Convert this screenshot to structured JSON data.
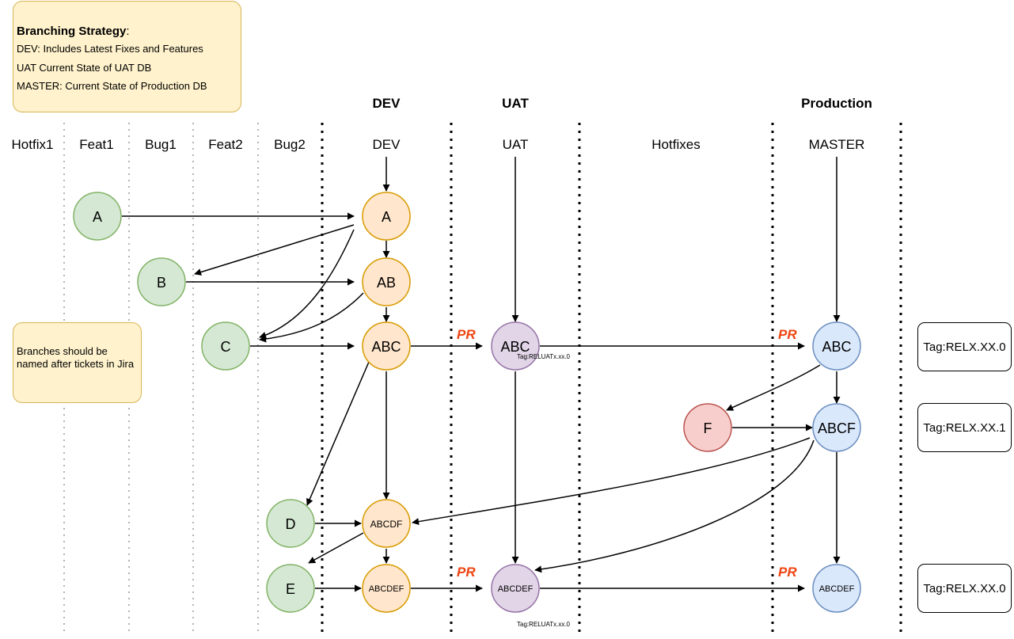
{
  "notes": {
    "strategy": {
      "title": "Branching Strategy",
      "colon": ":",
      "lines": [
        "DEV: Includes Latest Fixes and Features",
        "UAT Current State of UAT DB",
        "MASTER: Current State of Production DB"
      ]
    },
    "branch_naming": "Branches should be named after tickets in Jira"
  },
  "section_headers": [
    "DEV",
    "UAT",
    "Production"
  ],
  "lanes": [
    "Hotfix1",
    "Feat1",
    "Bug1",
    "Feat2",
    "Bug2",
    "DEV",
    "UAT",
    "Hotfixes",
    "MASTER"
  ],
  "nodes": [
    {
      "id": "feat1-a",
      "label": "A",
      "kind": "feature"
    },
    {
      "id": "bug1-b",
      "label": "B",
      "kind": "feature"
    },
    {
      "id": "feat2-c",
      "label": "C",
      "kind": "feature"
    },
    {
      "id": "bug2-d",
      "label": "D",
      "kind": "feature"
    },
    {
      "id": "bug2-e",
      "label": "E",
      "kind": "feature"
    },
    {
      "id": "dev-a",
      "label": "A",
      "kind": "dev"
    },
    {
      "id": "dev-ab",
      "label": "AB",
      "kind": "dev"
    },
    {
      "id": "dev-abc",
      "label": "ABC",
      "kind": "dev"
    },
    {
      "id": "dev-abcdf",
      "label": "ABCDF",
      "kind": "dev"
    },
    {
      "id": "dev-abcdef",
      "label": "ABCDEF",
      "kind": "dev"
    },
    {
      "id": "uat-abc",
      "label": "ABC",
      "kind": "uat"
    },
    {
      "id": "uat-abcdef",
      "label": "ABCDEF",
      "kind": "uat"
    },
    {
      "id": "hotfix-f",
      "label": "F",
      "kind": "hotfix"
    },
    {
      "id": "master-abc",
      "label": "ABC",
      "kind": "master"
    },
    {
      "id": "master-abcf",
      "label": "ABCF",
      "kind": "master"
    },
    {
      "id": "master-abcdef",
      "label": "ABCDEF",
      "kind": "master"
    }
  ],
  "pr_label": "PR",
  "uat_tags": [
    "Tag:RELUATx.xx.0",
    "Tag:RELUATx.xx.0"
  ],
  "release_tags": [
    "Tag:RELX.XX.0",
    "Tag:RELX.XX.1",
    "Tag:RELX.XX.0"
  ],
  "colors": {
    "feature_fill": "#d5e8d4",
    "feature_stroke": "#82b366",
    "dev_fill": "#ffe6cc",
    "dev_stroke": "#d79b00",
    "uat_fill": "#e1d5e7",
    "uat_stroke": "#9673a6",
    "hotfix_fill": "#f8cecc",
    "hotfix_stroke": "#b85450",
    "master_fill": "#dae8fc",
    "master_stroke": "#6c8ebf",
    "note_fill": "#fff2cc",
    "note_stroke": "#d6b656",
    "pr_text": "#ee4411"
  }
}
